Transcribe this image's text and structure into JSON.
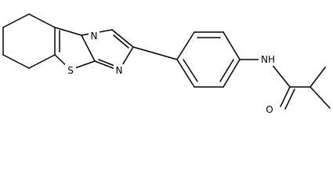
{
  "diagram": {
    "type": "chemical-structure",
    "atom_labels": {
      "n_bridgehead": "N",
      "s_thiazole": "S",
      "n_imidazole": "N",
      "nh_amide": "NH",
      "o_carbonyl": "O"
    },
    "colors": {
      "bond": "#000000",
      "background": "#ffffff"
    }
  }
}
